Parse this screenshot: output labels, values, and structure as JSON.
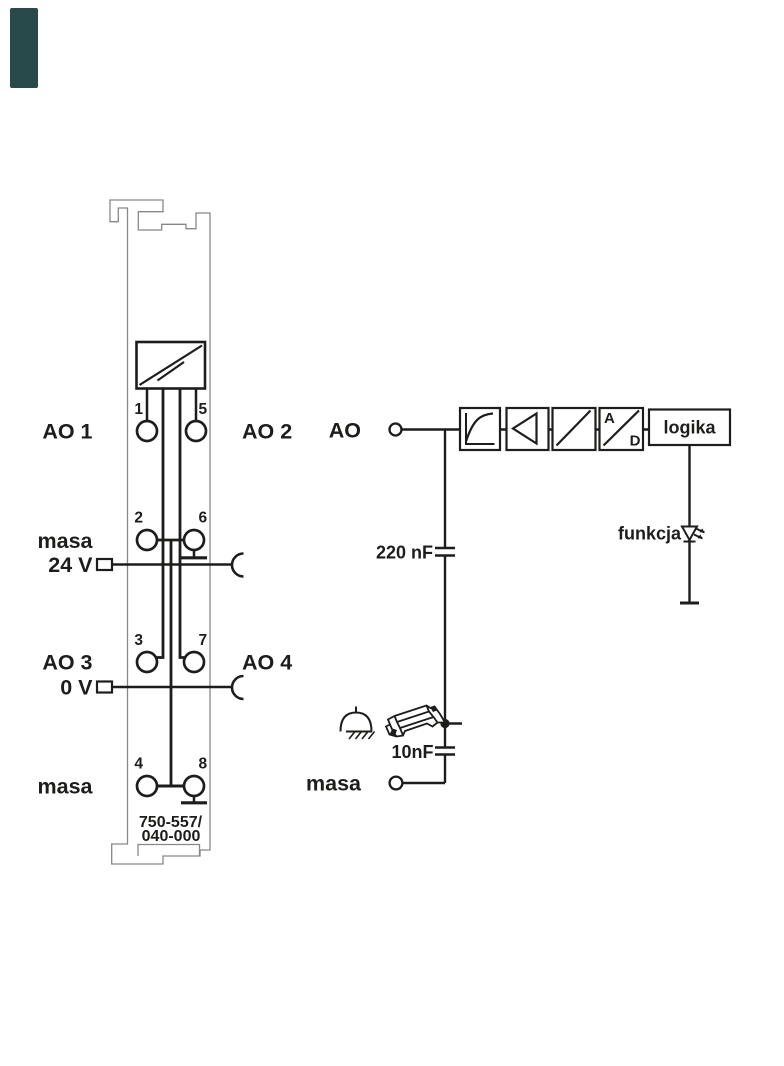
{
  "accent": {
    "color": "#284a4b"
  },
  "module": {
    "order_number_line1": "750-557/",
    "order_number_line2": "040-000",
    "left_labels": {
      "ao1": "AO 1",
      "masa_top": "masa",
      "v24": "24 V",
      "ao3": "AO 3",
      "v0": "0 V",
      "masa_bottom": "masa"
    },
    "right_labels": {
      "ao2": "AO 2",
      "ao4": "AO 4"
    },
    "pins": {
      "p1": "1",
      "p2": "2",
      "p3": "3",
      "p4": "4",
      "p5": "5",
      "p6": "6",
      "p7": "7",
      "p8": "8"
    }
  },
  "schematic": {
    "input_label": "AO",
    "filter_cap_label": "220 nF",
    "rail_cap_label": "10nF",
    "ground_terminal_label": "masa",
    "led_label": "funkcja",
    "logic_block_label": "logika",
    "ad_converter": {
      "analog": "A",
      "digital": "D"
    }
  }
}
